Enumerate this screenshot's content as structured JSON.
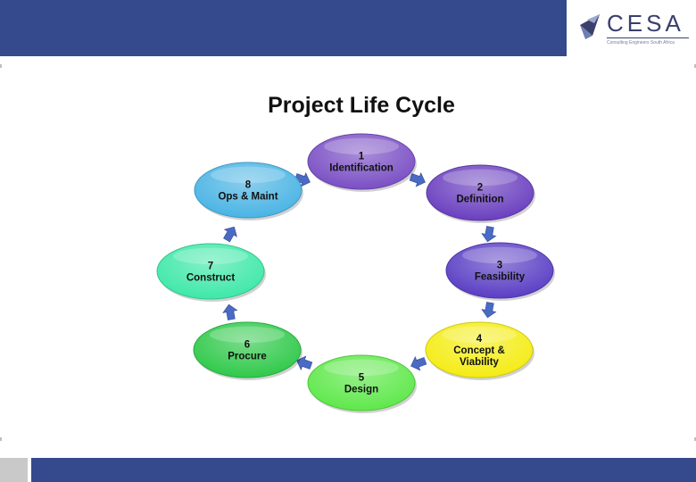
{
  "header": {
    "logo_text": "CESA",
    "logo_tagline": "Consulting Engineers South Africa",
    "colors": {
      "bar": "#354a8c",
      "logo": "#3a3f6b"
    }
  },
  "title": "Project Life Cycle",
  "cycle": {
    "stages": [
      {
        "number": "1",
        "name": "Identification",
        "lines": [
          "Identification"
        ],
        "color": "#7a4fc4"
      },
      {
        "number": "2",
        "name": "Definition",
        "lines": [
          "Definition"
        ],
        "color": "#6a3fbf"
      },
      {
        "number": "3",
        "name": "Feasibility",
        "lines": [
          "Feasibility"
        ],
        "color": "#5a3ec4"
      },
      {
        "number": "4",
        "name": "Concept & Viability",
        "lines": [
          "Concept &",
          "Viability"
        ],
        "color": "#f4ec14"
      },
      {
        "number": "5",
        "name": "Design",
        "lines": [
          "Design"
        ],
        "color": "#5ee84a"
      },
      {
        "number": "6",
        "name": "Procure",
        "lines": [
          "Procure"
        ],
        "color": "#2fc94a"
      },
      {
        "number": "7",
        "name": "Construct",
        "lines": [
          "Construct"
        ],
        "color": "#3ee8a8"
      },
      {
        "number": "8",
        "name": "Ops & Maint",
        "lines": [
          "Ops & Maint"
        ],
        "color": "#4ab4e4"
      }
    ],
    "arrow_color": "#4a6ac4"
  }
}
